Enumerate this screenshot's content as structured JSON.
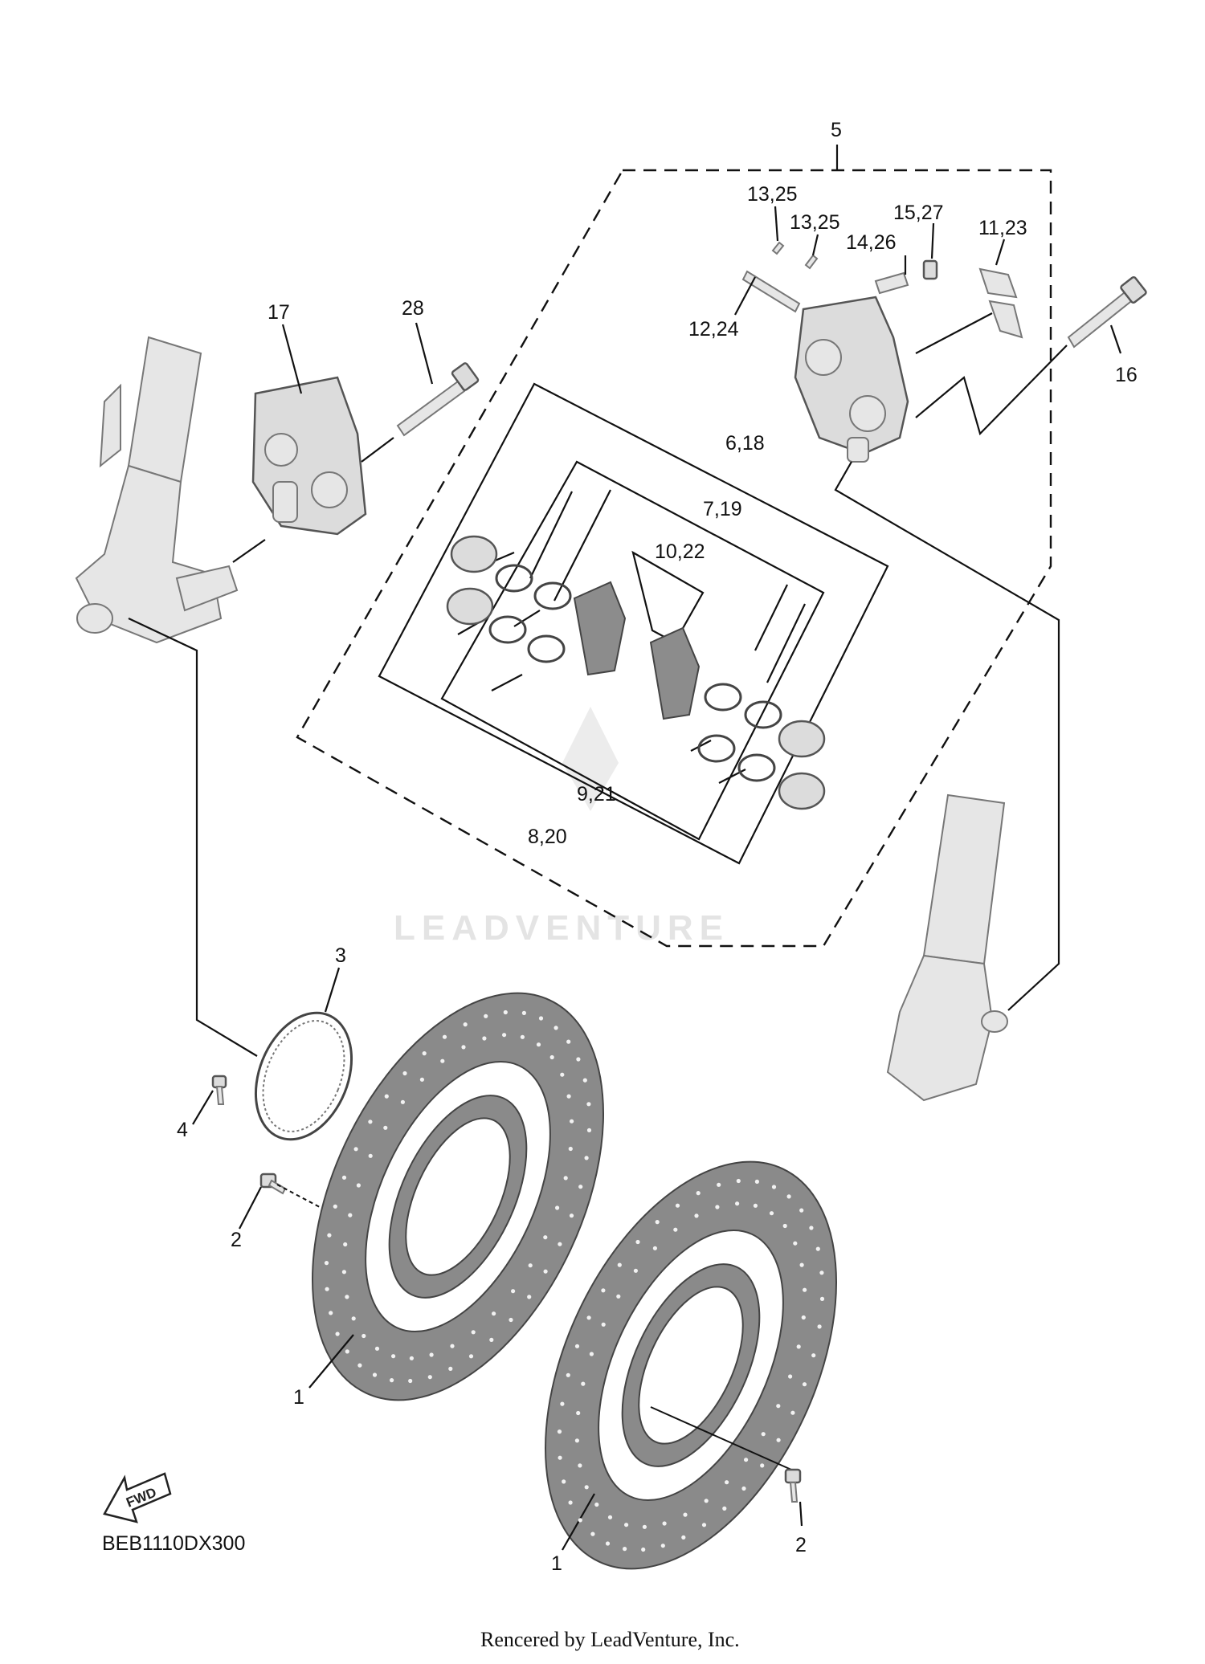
{
  "diagram_code": "BEB1110DX300",
  "footer_text": "Rencered by LeadVenture, Inc.",
  "watermark_text": "LEADVENTURE",
  "fwd_label": "FWD",
  "callouts": {
    "c5": "5",
    "c13_25_a": "13,25",
    "c13_25_b": "13,25",
    "c15_27": "15,27",
    "c11_23": "11,23",
    "c14_26": "14,26",
    "c12_24": "12,24",
    "c16": "16",
    "c17": "17",
    "c28": "28",
    "c6_18": "6,18",
    "c7_19": "7,19",
    "c10_22": "10,22",
    "c9_21": "9,21",
    "c8_20": "8,20",
    "c3": "3",
    "c4": "4",
    "c2_left": "2",
    "c1_left": "1",
    "c1_right": "1",
    "c2_right": "2"
  },
  "colors": {
    "line": "#111111",
    "part_fill": "#dcdcdc",
    "rotor_fill": "#8a8a8a"
  }
}
